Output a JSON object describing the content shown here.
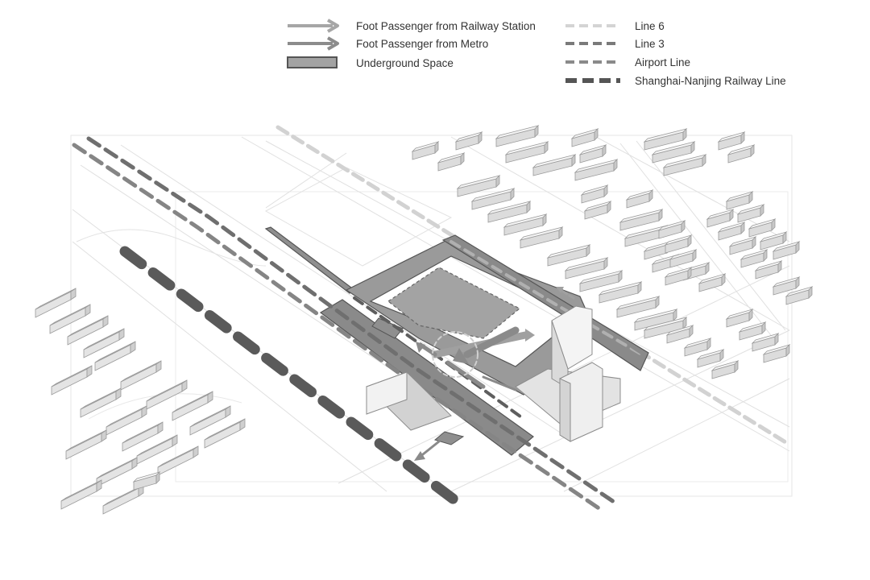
{
  "legend": {
    "flows": [
      {
        "label": "Foot Passenger from Railway Station",
        "color": "#a6a6a6"
      },
      {
        "label": "Foot Passenger from Metro",
        "color": "#8c8c8c"
      }
    ],
    "area": {
      "label": "Underground Space",
      "fill": "#a3a3a3",
      "stroke": "#555555"
    },
    "lines": [
      {
        "label": "Line 6",
        "color": "#d4d4d4",
        "style": "dashed-light"
      },
      {
        "label": "Line 3",
        "color": "#7a7a7a",
        "style": "dashed"
      },
      {
        "label": "Airport Line",
        "color": "#8a8a8a",
        "style": "dashed"
      },
      {
        "label": "Shanghai-Nanjing Railway Line",
        "color": "#555555",
        "style": "dashed-heavy"
      }
    ]
  },
  "colors": {
    "underground": "#8f8f8f",
    "underground_edge": "#555555",
    "railway": "#5a5a5a",
    "line6": "#d2d2d2",
    "building_top": "#f2f2f2",
    "building_side": "#d9d9d9",
    "roads": "#d6d6d6"
  }
}
